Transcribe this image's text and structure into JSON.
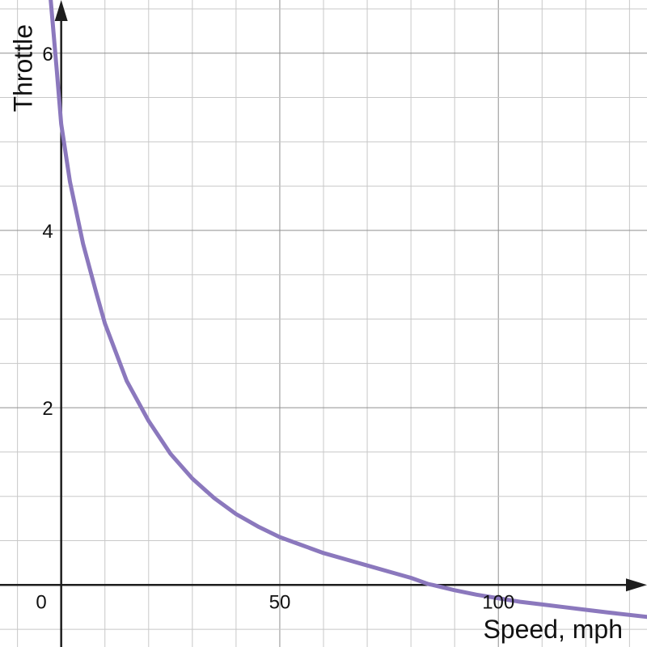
{
  "chart_data": {
    "type": "line",
    "xlabel": "Speed, mph",
    "ylabel": "Throttle",
    "xlim": [
      -14,
      134
    ],
    "ylim": [
      -0.7,
      6.6
    ],
    "x_ticks": [
      {
        "value": 0,
        "label": "0"
      },
      {
        "value": 50,
        "label": "50"
      },
      {
        "value": 100,
        "label": "100"
      }
    ],
    "y_ticks": [
      {
        "value": 2,
        "label": "2"
      },
      {
        "value": 4,
        "label": "4"
      },
      {
        "value": 6,
        "label": "6"
      }
    ],
    "x_minor_step": 10,
    "x_major_step": 50,
    "y_minor_step": 0.5,
    "y_major_step": 2,
    "grid": true,
    "axis_arrows": true,
    "curve_color": "#8b78bd",
    "series": [
      {
        "points": [
          [
            -2.4,
            6.6
          ],
          [
            -1,
            5.8
          ],
          [
            0,
            5.2
          ],
          [
            2,
            4.55
          ],
          [
            5,
            3.85
          ],
          [
            8,
            3.3
          ],
          [
            10,
            2.95
          ],
          [
            15,
            2.3
          ],
          [
            20,
            1.85
          ],
          [
            25,
            1.48
          ],
          [
            30,
            1.2
          ],
          [
            35,
            0.98
          ],
          [
            40,
            0.8
          ],
          [
            45,
            0.66
          ],
          [
            50,
            0.54
          ],
          [
            55,
            0.45
          ],
          [
            60,
            0.36
          ],
          [
            65,
            0.29
          ],
          [
            70,
            0.22
          ],
          [
            75,
            0.15
          ],
          [
            80,
            0.08
          ],
          [
            84,
            0.01
          ],
          [
            85,
            0.0
          ],
          [
            90,
            -0.06
          ],
          [
            95,
            -0.11
          ],
          [
            100,
            -0.15
          ],
          [
            105,
            -0.19
          ],
          [
            110,
            -0.22
          ],
          [
            115,
            -0.25
          ],
          [
            120,
            -0.28
          ],
          [
            125,
            -0.31
          ],
          [
            134,
            -0.36
          ]
        ]
      }
    ]
  }
}
